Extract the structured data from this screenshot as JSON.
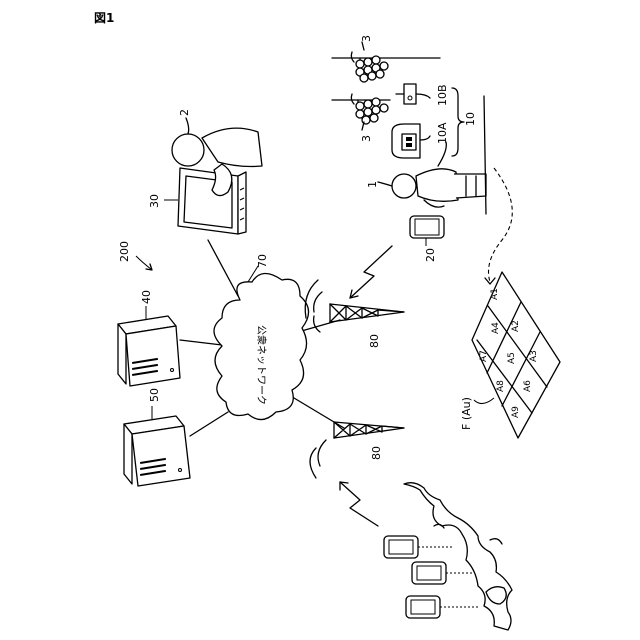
{
  "figure_title": "図1",
  "network_label": "公衆ネットワーク",
  "ref": {
    "system": "200",
    "user": "2",
    "terminal": "30",
    "network": "70",
    "server_40": "40",
    "server_50": "50",
    "base_station": "80",
    "phone": "20",
    "worker": "1",
    "grape": "3",
    "device_10": "10",
    "device_10a": "10A",
    "device_10b": "10B",
    "field": "F (Au)"
  },
  "field_areas": [
    "A1",
    "A2",
    "A3",
    "A4",
    "A5",
    "A6",
    "A7",
    "A8",
    "A9"
  ]
}
